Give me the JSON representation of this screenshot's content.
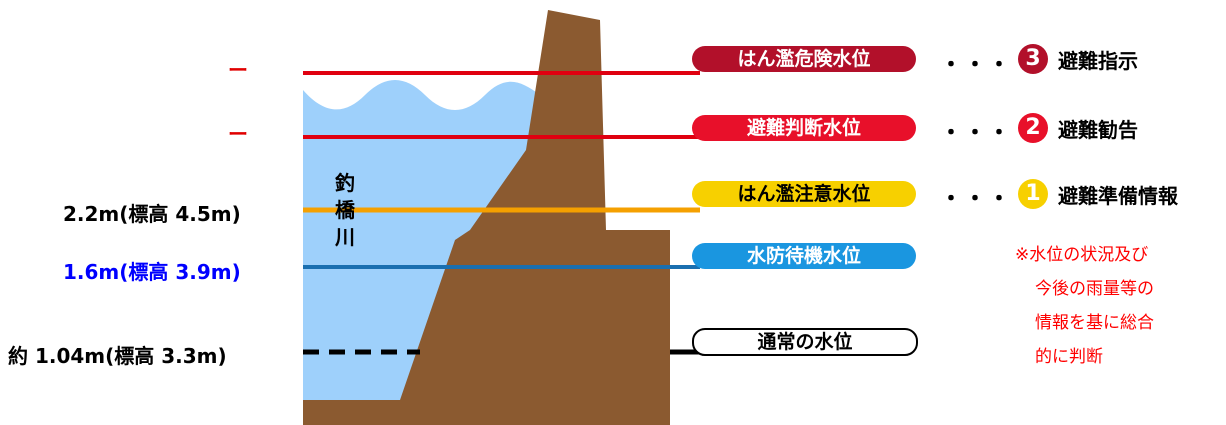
{
  "river_name": "釣橋川",
  "levels": [
    {
      "key": "flood_danger",
      "left_label": "ー",
      "left_color": "#e00000",
      "line_color": "#e00010",
      "pill_label": "はん濫危険水位",
      "pill_color": "#b2102a",
      "pill_text_color": "#ffffff",
      "action_number": "3",
      "action_label": "避難指示",
      "action_color": "#b2102a"
    },
    {
      "key": "evacuation_judgment",
      "left_label": "ー",
      "left_color": "#e00000",
      "line_color": "#e00010",
      "pill_label": "避難判断水位",
      "pill_color": "#e8102a",
      "pill_text_color": "#ffffff",
      "action_number": "2",
      "action_label": "避難勧告",
      "action_color": "#e8102a"
    },
    {
      "key": "flood_caution",
      "left_label": "2.2m(標高 4.5m)",
      "left_color": "#000000",
      "line_color": "#f5a000",
      "pill_label": "はん濫注意水位",
      "pill_color": "#f7d000",
      "pill_text_color": "#000000",
      "action_number": "1",
      "action_label": "避難準備情報",
      "action_color": "#f7d000"
    },
    {
      "key": "flood_standby",
      "left_label": "1.6m(標高 3.9m)",
      "left_color": "#0000ff",
      "line_color": "#1a6fb0",
      "pill_label": "水防待機水位",
      "pill_color": "#1a96e0",
      "pill_text_color": "#ffffff"
    },
    {
      "key": "normal",
      "left_label": "約 1.04m(標高 3.3m)",
      "left_color": "#000000",
      "line_color": "#000000",
      "pill_label": "通常の水位",
      "pill_color": "#ffffff",
      "pill_text_color": "#000000"
    }
  ],
  "dots": "・・・",
  "note_lines": [
    "※水位の状況及び",
    "今後の雨量等の",
    "情報を基に総合",
    "的に判断"
  ],
  "colors": {
    "water": "#9ed0fb",
    "levee": "#8b5a30",
    "note": "#ff0000"
  }
}
